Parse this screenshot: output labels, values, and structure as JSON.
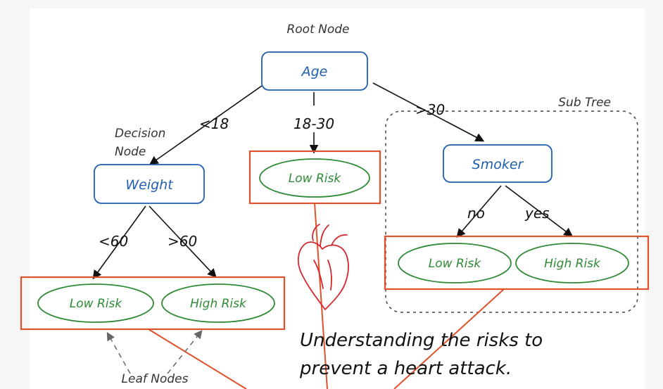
{
  "labels": {
    "root": "Root Node",
    "decision_line1": "Decision",
    "decision_line2": "Node",
    "subtree": "Sub Tree",
    "leaf": "Leaf Nodes"
  },
  "nodes": {
    "age": "Age",
    "weight": "Weight",
    "smoker": "Smoker"
  },
  "edges": {
    "lt18": "<18",
    "r18_30": "18-30",
    "gt30": ">30",
    "lt60": "<60",
    "gt60": ">60",
    "no": "no",
    "yes": "yes"
  },
  "leaves": {
    "weight_low": "Low Risk",
    "weight_high": "High Risk",
    "mid_low": "Low Risk",
    "smoker_low": "Low Risk",
    "smoker_high": "High Risk"
  },
  "caption": {
    "line1": "Understanding the risks to",
    "line2": "prevent a heart attack."
  },
  "colors": {
    "background": "#f6f6f6",
    "node_border": "#1f5fb0",
    "leaf_border": "#2f8a35",
    "highlight": "#e0522c",
    "heart": "#d8272c",
    "text": "#111111"
  },
  "icons": {
    "heart": "anatomical-heart-icon"
  }
}
